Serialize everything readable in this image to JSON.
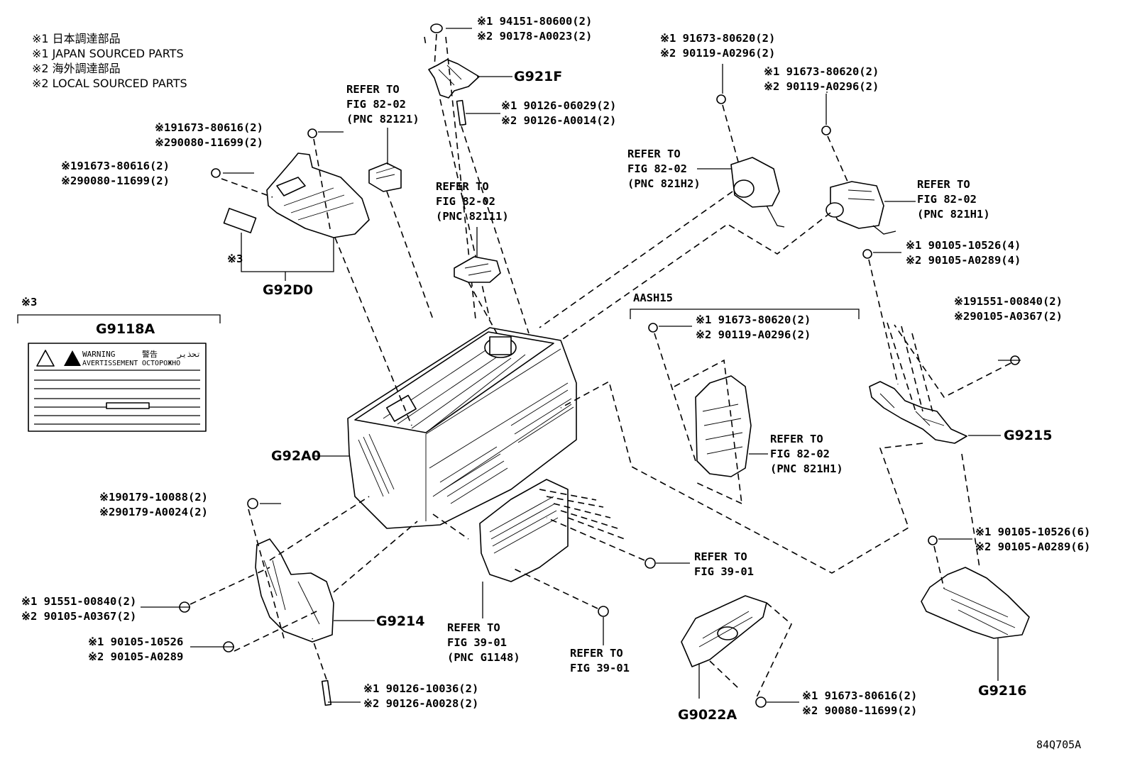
{
  "legend": [
    "※1 日本調達部品",
    "※1 JAPAN SOURCED PARTS",
    "※2 海外調達部品",
    "※2 LOCAL SOURCED PARTS"
  ],
  "parts": {
    "g921f": "G921F",
    "g92d0": "G92D0",
    "g9118a": "G9118A",
    "g92a0": "G92A0",
    "g9214": "G9214",
    "g9215": "G9215",
    "g9216": "G9216",
    "g9022a": "G9022A"
  },
  "mark3": "※3",
  "aash": "AASH15",
  "label_sticker": {
    "warning": "WARNING",
    "avert": "AVERTISSEMENT",
    "jp": "警告",
    "ru": "ОСТОРОЖНО",
    "ar": "تحذير"
  },
  "refs": {
    "r1": [
      "REFER TO",
      "FIG 82-02",
      "(PNC 82121)"
    ],
    "r2": [
      "REFER TO",
      "FIG 82-02",
      "(PNC 82111)"
    ],
    "r3": [
      "REFER TO",
      "FIG 82-02",
      "(PNC 821H2)"
    ],
    "r4": [
      "REFER TO",
      "FIG 82-02",
      "(PNC 821H1)"
    ],
    "r5": [
      "REFER TO",
      "FIG 82-02",
      "(PNC 821H1)"
    ],
    "r6": [
      "REFER TO",
      "FIG 39-01"
    ],
    "r7": [
      "REFER TO",
      "FIG 39-01",
      "(PNC G1148)"
    ],
    "r8": [
      "REFER TO",
      "FIG 39-01"
    ]
  },
  "codes": {
    "c1": [
      "※1 94151-80600(2)",
      "※2 90178-A0023(2)"
    ],
    "c2": [
      "※1 90126-06029(2)",
      "※2 90126-A0014(2)"
    ],
    "c3": [
      "※191673-80616(2)",
      "※290080-11699(2)"
    ],
    "c4": [
      "※191673-80616(2)",
      "※290080-11699(2)"
    ],
    "c5": [
      "※1 91673-80620(2)",
      "※2 90119-A0296(2)"
    ],
    "c6": [
      "※1 91673-80620(2)",
      "※2 90119-A0296(2)"
    ],
    "c7": [
      "※1 90105-10526(4)",
      "※2 90105-A0289(4)"
    ],
    "c8": [
      "※1 91673-80620(2)",
      "※2 90119-A0296(2)"
    ],
    "c9": [
      "※191551-00840(2)",
      "※290105-A0367(2)"
    ],
    "c10": [
      "※190179-10088(2)",
      "※290179-A0024(2)"
    ],
    "c11": [
      "※1 91551-00840(2)",
      "※2 90105-A0367(2)"
    ],
    "c12": [
      "※1 90105-10526",
      "※2 90105-A0289"
    ],
    "c13": [
      "※1 90126-10036(2)",
      "※2 90126-A0028(2)"
    ],
    "c14": [
      "※1 90105-10526(6)",
      "※2 90105-A0289(6)"
    ],
    "c15": [
      "※1 91673-80616(2)",
      "※2 90080-11699(2)"
    ]
  },
  "fig_id": "84Q705A"
}
